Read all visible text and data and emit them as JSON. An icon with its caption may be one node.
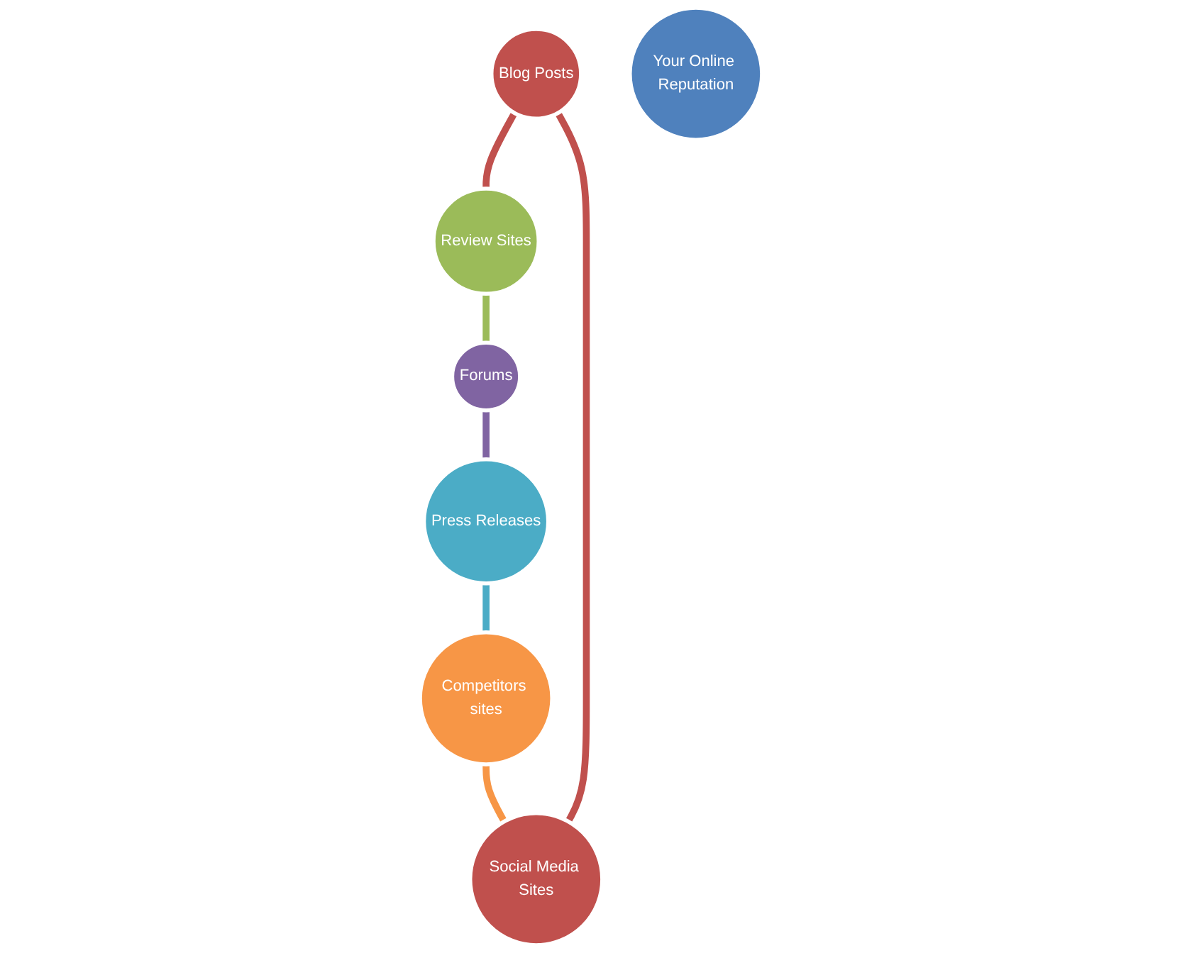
{
  "diagram": {
    "nodes": [
      {
        "text": [
          "Blog Posts"
        ]
      },
      {
        "text": [
          "Social Media Sites"
        ]
      },
      {
        "text": [
          "Review Sites"
        ]
      },
      {
        "text": [
          "Your Online Reputation"
        ]
      },
      {
        "text": [
          "Forums"
        ]
      },
      {
        "text": [
          "Competitors sites"
        ]
      },
      {
        "text": [
          "Press Releases"
        ]
      }
    ],
    "edges": [
      {
        "from": 1,
        "to": 0,
        "arrow": "none",
        "color": "#c0504d"
      },
      {
        "from": 0,
        "to": 2,
        "arrow": "none",
        "color": "#c0504d"
      },
      {
        "from": 2,
        "to": 4,
        "arrow": "none",
        "color": "#9bbb59"
      },
      {
        "from": 4,
        "to": 6,
        "arrow": "none",
        "color": "#8064a2"
      },
      {
        "from": 6,
        "to": 5,
        "arrow": "none",
        "color": "#4bacc6"
      },
      {
        "from": 5,
        "to": 1,
        "arrow": "none",
        "color": "#f79646"
      }
    ]
  }
}
